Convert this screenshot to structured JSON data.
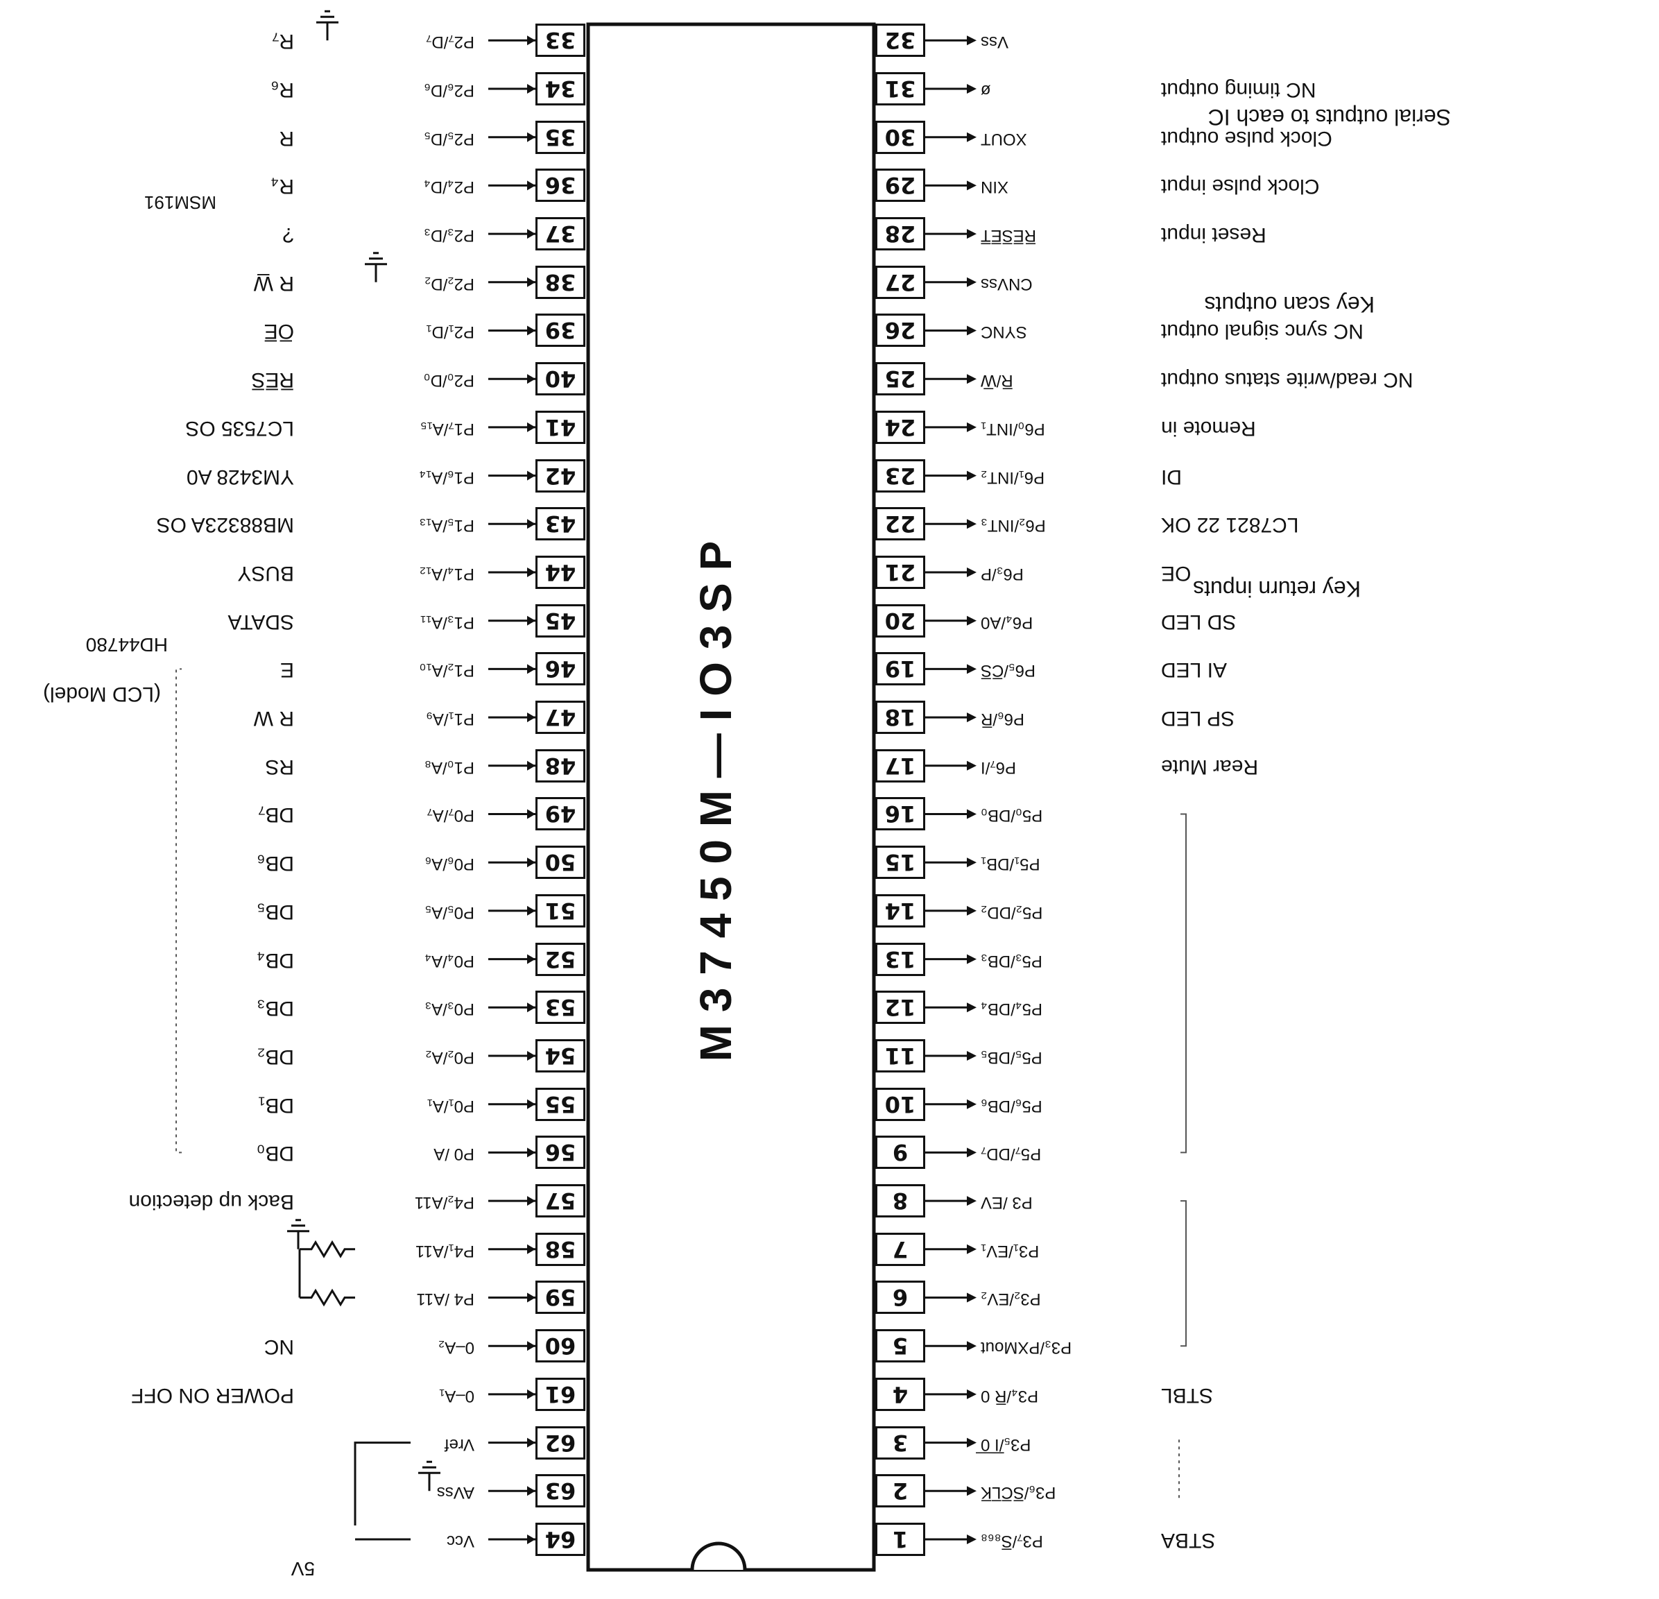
{
  "chip": {
    "name": "M 3 7 4 5 0 M — I O 3 S P"
  },
  "left_pins": [
    {
      "num": "1",
      "signal": "P3₇/S̅₈₆₈",
      "desc": "STBA"
    },
    {
      "num": "2",
      "signal": "P3₆/S̅C̅L̅K̅",
      "desc": ""
    },
    {
      "num": "3",
      "signal": "P3₅/̅I̅ ̅0̅",
      "desc": ""
    },
    {
      "num": "4",
      "signal": "P3₄/R̅ 0",
      "desc": "STBL"
    },
    {
      "num": "5",
      "signal": "P3₃/PXMout",
      "desc": ""
    },
    {
      "num": "6",
      "signal": "P3₂/EV₂",
      "desc": ""
    },
    {
      "num": "7",
      "signal": "P3₁/EV₁",
      "desc": ""
    },
    {
      "num": "8",
      "signal": "P3 /EV",
      "desc": ""
    },
    {
      "num": "9",
      "signal": "P5₇/DD₇",
      "desc": ""
    },
    {
      "num": "10",
      "signal": "P5₆/DB₆",
      "desc": ""
    },
    {
      "num": "11",
      "signal": "P5₅/DB₅",
      "desc": ""
    },
    {
      "num": "12",
      "signal": "P5₄/DB₄",
      "desc": ""
    },
    {
      "num": "13",
      "signal": "P5₃/DB₃",
      "desc": ""
    },
    {
      "num": "14",
      "signal": "P5₂/DD₂",
      "desc": ""
    },
    {
      "num": "15",
      "signal": "P5₁/DB₁",
      "desc": ""
    },
    {
      "num": "16",
      "signal": "P5₀/DB₀",
      "desc": ""
    },
    {
      "num": "17",
      "signal": "P6₇/I",
      "desc": "Rear Mute"
    },
    {
      "num": "18",
      "signal": "P6₆/R̅",
      "desc": "SP LED"
    },
    {
      "num": "19",
      "signal": "P6₅/C̅S̅",
      "desc": "AI LED"
    },
    {
      "num": "20",
      "signal": "P6₄/A0",
      "desc": "SD LED"
    },
    {
      "num": "21",
      "signal": "P6₃/P",
      "desc": "OE"
    },
    {
      "num": "22",
      "signal": "P6₂/INT₃",
      "desc": "LC7821 22  OK"
    },
    {
      "num": "23",
      "signal": "P6₁/INT₂",
      "desc": "DI"
    },
    {
      "num": "24",
      "signal": "P6₀/INT₁",
      "desc": "Remote in"
    },
    {
      "num": "25",
      "signal": "R̅/W̅",
      "desc": "NC read/write status output"
    },
    {
      "num": "26",
      "signal": "SYNC",
      "desc": "NC sync signal output"
    },
    {
      "num": "27",
      "signal": "CNVss",
      "desc": ""
    },
    {
      "num": "28",
      "signal": "R̅E̅S̅E̅T̅",
      "desc": "Reset input"
    },
    {
      "num": "29",
      "signal": "XIN",
      "desc": "Clock pulse input"
    },
    {
      "num": "30",
      "signal": "XOUT",
      "desc": "Clock pulse output"
    },
    {
      "num": "31",
      "signal": "ø",
      "desc": "NC timing output"
    },
    {
      "num": "32",
      "signal": "Vss",
      "desc": ""
    }
  ],
  "right_pins": [
    {
      "num": "33",
      "signal": "P2₇/D₇",
      "desc": "R₇"
    },
    {
      "num": "34",
      "signal": "P2₆/D₆",
      "desc": "R₆"
    },
    {
      "num": "35",
      "signal": "P2₅/D₅",
      "desc": "R"
    },
    {
      "num": "36",
      "signal": "P2₄/D₄",
      "desc": "R₄"
    },
    {
      "num": "37",
      "signal": "P2₃/D₃",
      "desc": "?"
    },
    {
      "num": "38",
      "signal": "P2₂/D₂",
      "desc": "R W̲"
    },
    {
      "num": "39",
      "signal": "P2₁/D₁",
      "desc": "O̅E̅"
    },
    {
      "num": "40",
      "signal": "P2₀/D₀",
      "desc": "R̅E̅S̅"
    },
    {
      "num": "41",
      "signal": "P1₇/A₁₅",
      "desc": "LC7535 OS"
    },
    {
      "num": "42",
      "signal": "P1₆/A₁₄",
      "desc": "YM3428 A0"
    },
    {
      "num": "43",
      "signal": "P1₅/A₁₃",
      "desc": "MB88323A OS"
    },
    {
      "num": "44",
      "signal": "P1₄/A₁₂",
      "desc": "BUSY"
    },
    {
      "num": "45",
      "signal": "P1₃/A₁₁",
      "desc": "SDATA"
    },
    {
      "num": "46",
      "signal": "P1₂/A₁₀",
      "desc": "E"
    },
    {
      "num": "47",
      "signal": "P1₁/A₉",
      "desc": "R W"
    },
    {
      "num": "48",
      "signal": "P1₀/A₈",
      "desc": "RS"
    },
    {
      "num": "49",
      "signal": "P0₇/A₇",
      "desc": "DB₇"
    },
    {
      "num": "50",
      "signal": "P0₆/A₆",
      "desc": "DB₆"
    },
    {
      "num": "51",
      "signal": "P0₅/A₅",
      "desc": "DB₅"
    },
    {
      "num": "52",
      "signal": "P0₄/A₄",
      "desc": "DB₄"
    },
    {
      "num": "53",
      "signal": "P0₃/A₃",
      "desc": "DB₃"
    },
    {
      "num": "54",
      "signal": "P0₂/A₂",
      "desc": "DB₂"
    },
    {
      "num": "55",
      "signal": "P0₁/A₁",
      "desc": "DB₁"
    },
    {
      "num": "56",
      "signal": "P0 /A",
      "desc": "DB₀"
    },
    {
      "num": "57",
      "signal": "P4₂/A11",
      "desc": "Back up detection"
    },
    {
      "num": "58",
      "signal": "P4₁/A11",
      "desc": ""
    },
    {
      "num": "59",
      "signal": "P4 /A11",
      "desc": ""
    },
    {
      "num": "60",
      "signal": "0–A₂",
      "desc": "NC"
    },
    {
      "num": "61",
      "signal": "0–A₁",
      "desc": "POWER ON OFF"
    },
    {
      "num": "62",
      "signal": "Vref",
      "desc": ""
    },
    {
      "num": "63",
      "signal": "AVss",
      "desc": ""
    },
    {
      "num": "64",
      "signal": "Vcc",
      "desc": ""
    }
  ],
  "groups": {
    "key_return": "Key return inputs",
    "key_scan": "Key scan outputs",
    "serial_outputs": "Serial outputs to each IC",
    "lcd_part": "HD44780",
    "lcd_model": "(LCD Model)",
    "msm_part": "MSM191",
    "supply": "5V"
  }
}
